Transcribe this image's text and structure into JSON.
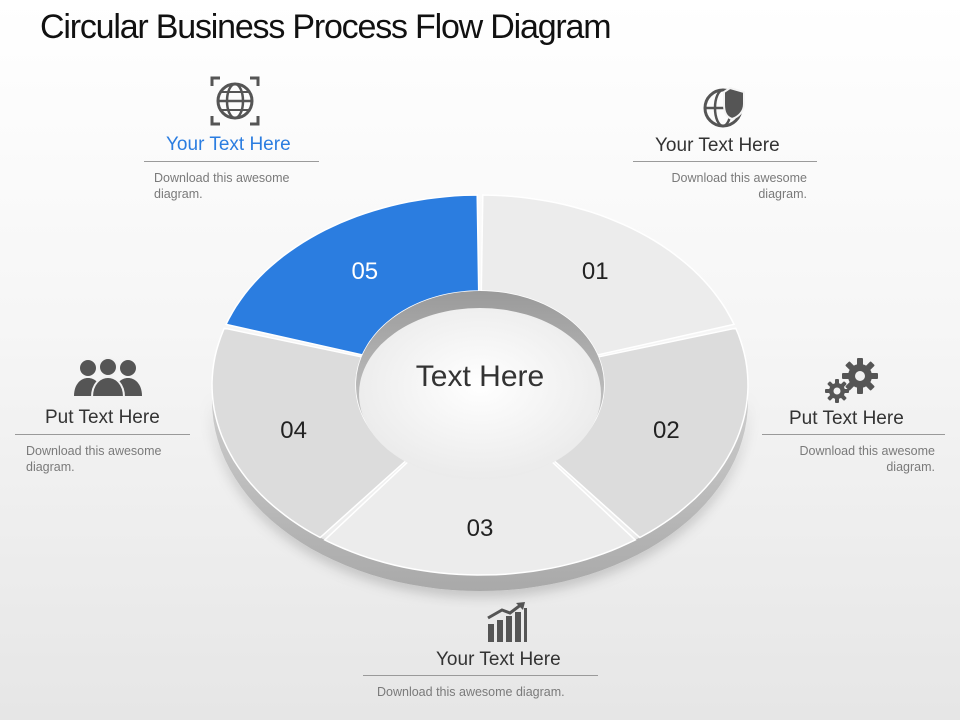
{
  "title": "Circular Business Process Flow Diagram",
  "center_label": "Text Here",
  "segments": [
    {
      "number": "01"
    },
    {
      "number": "02"
    },
    {
      "number": "03"
    },
    {
      "number": "04"
    },
    {
      "number": "05"
    }
  ],
  "callouts": {
    "top_left": {
      "heading": "Your Text Here",
      "description": "Download this awesome\ndiagram.",
      "icon": "globe-icon"
    },
    "top_right": {
      "heading": "Your Text Here",
      "description": "Download this awesome\ndiagram.",
      "icon": "globe-shield-icon"
    },
    "mid_left": {
      "heading": "Put Text Here",
      "description": "Download this awesome\ndiagram.",
      "icon": "people-icon"
    },
    "mid_right": {
      "heading": "Put Text Here",
      "description": "Download this awesome\ndiagram.",
      "icon": "gears-icon"
    },
    "bottom": {
      "heading": "Your Text Here",
      "description": "Download this awesome diagram.",
      "icon": "bar-chart-icon"
    }
  },
  "colors": {
    "accent": "#2b7de0",
    "segment_light": "#ececec",
    "segment_mid": "#dcdcdc"
  }
}
